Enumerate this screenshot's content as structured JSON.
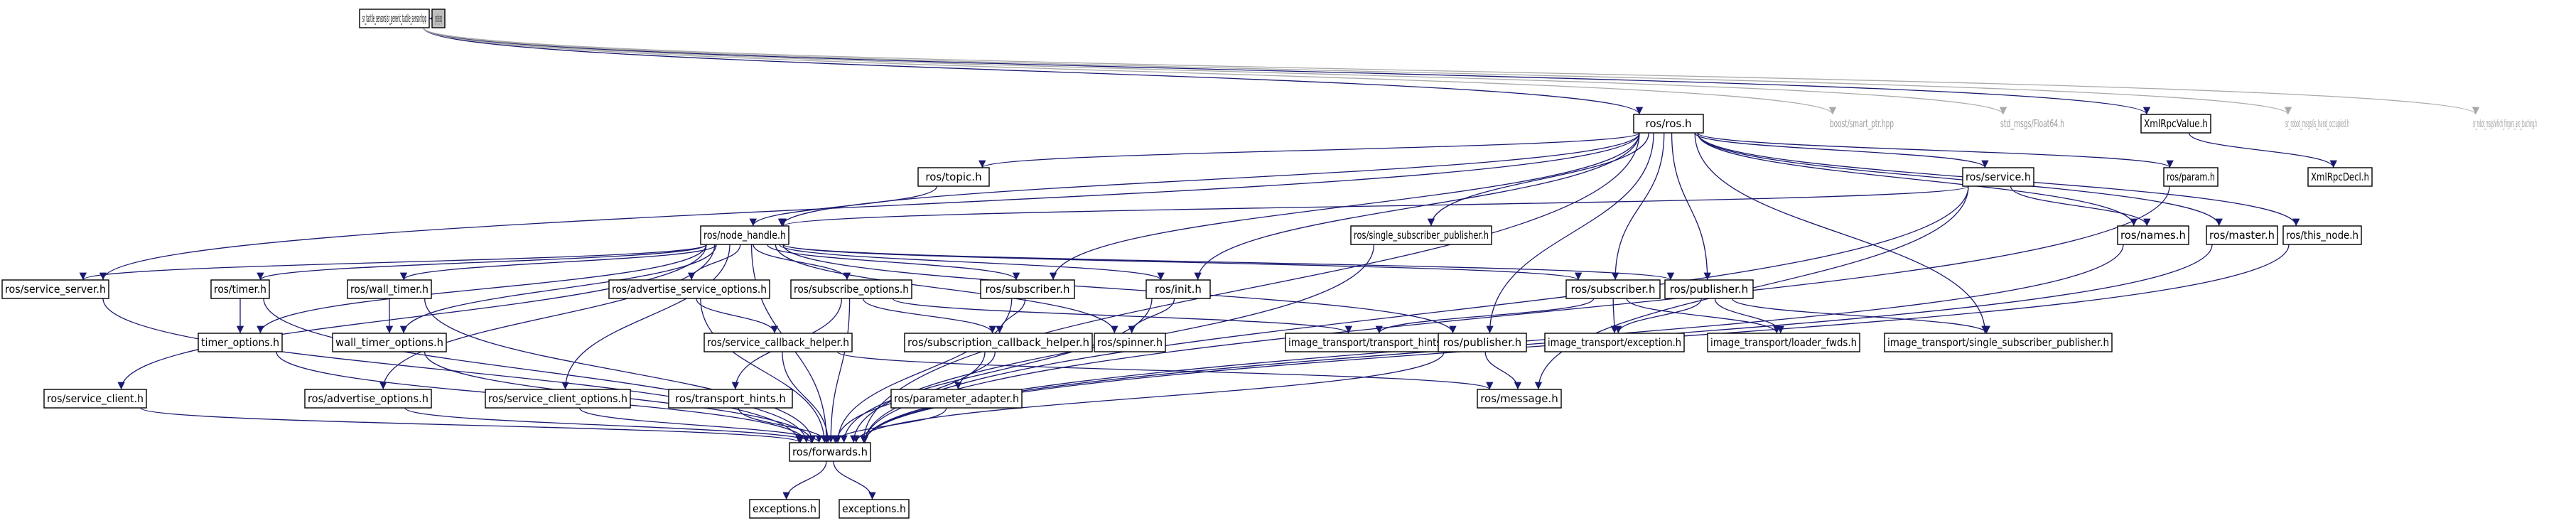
{
  "graph": {
    "nodes": [
      {
        "id": "root",
        "label": "sr_generic_tactile_sensor.cpp",
        "style": "root"
      },
      {
        "id": "hpp",
        "label": "sr_tactile_sensors/sr_generic_tactile_sensor.hpp",
        "style": "normal"
      },
      {
        "id": "ros",
        "label": "ros/ros.h",
        "style": "normal"
      },
      {
        "id": "smartptr",
        "label": "boost/smart_ptr.hpp",
        "style": "ghost"
      },
      {
        "id": "float64",
        "label": "std_msgs/Float64.h",
        "style": "ghost"
      },
      {
        "id": "xmlrpcvalue",
        "label": "XmlRpcValue.h",
        "style": "normal"
      },
      {
        "id": "handocc",
        "label": "sr_robot_msgs/is_hand_occupied.h",
        "style": "ghost"
      },
      {
        "id": "fingers",
        "label": "sr_robot_msgs/which_fingers_are_touching.h",
        "style": "ghost"
      },
      {
        "id": "topic",
        "label": "ros/topic.h",
        "style": "normal"
      },
      {
        "id": "service",
        "label": "ros/service.h",
        "style": "normal"
      },
      {
        "id": "param",
        "label": "ros/param.h",
        "style": "normal"
      },
      {
        "id": "xmlrpcdecl",
        "label": "XmlRpcDecl.h",
        "style": "normal"
      },
      {
        "id": "nodehandle",
        "label": "ros/node_handle.h",
        "style": "normal"
      },
      {
        "id": "singlepub",
        "label": "ros/single_subscriber_publisher.h",
        "style": "normal"
      },
      {
        "id": "names",
        "label": "ros/names.h",
        "style": "normal"
      },
      {
        "id": "master",
        "label": "ros/master.h",
        "style": "normal"
      },
      {
        "id": "thisnode",
        "label": "ros/this_node.h",
        "style": "normal"
      },
      {
        "id": "srvserver",
        "label": "ros/service_server.h",
        "style": "normal"
      },
      {
        "id": "timer",
        "label": "ros/timer.h",
        "style": "normal"
      },
      {
        "id": "walltimer",
        "label": "ros/wall_timer.h",
        "style": "normal"
      },
      {
        "id": "advsrvopts",
        "label": "ros/advertise_service_options.h",
        "style": "normal"
      },
      {
        "id": "subopts",
        "label": "ros/subscribe_options.h",
        "style": "normal"
      },
      {
        "id": "subscriberA",
        "label": "ros/subscriber.h",
        "style": "normal"
      },
      {
        "id": "init",
        "label": "ros/init.h",
        "style": "normal"
      },
      {
        "id": "subscriberB",
        "label": "ros/subscriber.h",
        "style": "normal"
      },
      {
        "id": "publisherA",
        "label": "ros/publisher.h",
        "style": "normal"
      },
      {
        "id": "timeropts",
        "label": "timer_options.h",
        "style": "normal"
      },
      {
        "id": "walltimeropts",
        "label": "wall_timer_options.h",
        "style": "normal"
      },
      {
        "id": "srvcbhelper",
        "label": "ros/service_callback_helper.h",
        "style": "normal"
      },
      {
        "id": "subcbhelper",
        "label": "ros/subscription_callback_helper.h",
        "style": "normal"
      },
      {
        "id": "spinner",
        "label": "ros/spinner.h",
        "style": "normal"
      },
      {
        "id": "hints",
        "label": "image_transport/transport_hints.h",
        "style": "normal"
      },
      {
        "id": "publisherB",
        "label": "ros/publisher.h",
        "style": "normal"
      },
      {
        "id": "itexception",
        "label": "image_transport/exception.h",
        "style": "normal"
      },
      {
        "id": "loaderfwds",
        "label": "image_transport/loader_fwds.h",
        "style": "normal"
      },
      {
        "id": "itsinglepub",
        "label": "image_transport/single_subscriber_publisher.h",
        "style": "normal"
      },
      {
        "id": "srvclient",
        "label": "ros/service_client.h",
        "style": "normal"
      },
      {
        "id": "advopts",
        "label": "ros/advertise_options.h",
        "style": "normal"
      },
      {
        "id": "srvclientopts",
        "label": "ros/service_client_options.h",
        "style": "normal"
      },
      {
        "id": "transporthints",
        "label": "ros/transport_hints.h",
        "style": "normal"
      },
      {
        "id": "paramadapter",
        "label": "ros/parameter_adapter.h",
        "style": "normal"
      },
      {
        "id": "message",
        "label": "ros/message.h",
        "style": "normal"
      },
      {
        "id": "forwards",
        "label": "ros/forwards.h",
        "style": "normal"
      },
      {
        "id": "exceptions1",
        "label": "exceptions.h",
        "style": "normal"
      },
      {
        "id": "exceptions2",
        "label": "exceptions.h",
        "style": "normal"
      }
    ],
    "edges": [
      {
        "from": "root",
        "to": "hpp"
      },
      {
        "from": "hpp",
        "to": "ros"
      },
      {
        "from": "hpp",
        "to": "smartptr",
        "style": "grey"
      },
      {
        "from": "hpp",
        "to": "float64",
        "style": "grey"
      },
      {
        "from": "hpp",
        "to": "xmlrpcvalue"
      },
      {
        "from": "hpp",
        "to": "handocc",
        "style": "grey"
      },
      {
        "from": "hpp",
        "to": "fingers",
        "style": "grey"
      },
      {
        "from": "xmlrpcvalue",
        "to": "xmlrpcdecl"
      },
      {
        "from": "ros",
        "to": "topic"
      },
      {
        "from": "ros",
        "to": "service"
      },
      {
        "from": "ros",
        "to": "param"
      },
      {
        "from": "ros",
        "to": "nodehandle"
      },
      {
        "from": "ros",
        "to": "singlepub"
      },
      {
        "from": "ros",
        "to": "names"
      },
      {
        "from": "ros",
        "to": "master"
      },
      {
        "from": "ros",
        "to": "thisnode"
      },
      {
        "from": "ros",
        "to": "srvserver"
      },
      {
        "from": "ros",
        "to": "subscriberA"
      },
      {
        "from": "ros",
        "to": "init"
      },
      {
        "from": "ros",
        "to": "subscriberB"
      },
      {
        "from": "ros",
        "to": "publisherA"
      },
      {
        "from": "ros",
        "to": "publisherB"
      },
      {
        "from": "ros",
        "to": "itsinglepub"
      },
      {
        "from": "ros",
        "to": "forwards"
      },
      {
        "from": "topic",
        "to": "nodehandle"
      },
      {
        "from": "service",
        "to": "nodehandle"
      },
      {
        "from": "service",
        "to": "names"
      },
      {
        "from": "service",
        "to": "message"
      },
      {
        "from": "service",
        "to": "forwards"
      },
      {
        "from": "param",
        "to": "forwards"
      },
      {
        "from": "nodehandle",
        "to": "srvserver"
      },
      {
        "from": "nodehandle",
        "to": "timer"
      },
      {
        "from": "nodehandle",
        "to": "walltimer"
      },
      {
        "from": "nodehandle",
        "to": "advsrvopts"
      },
      {
        "from": "nodehandle",
        "to": "subopts"
      },
      {
        "from": "nodehandle",
        "to": "subscriberA"
      },
      {
        "from": "nodehandle",
        "to": "init"
      },
      {
        "from": "nodehandle",
        "to": "subscriberB"
      },
      {
        "from": "nodehandle",
        "to": "publisherA"
      },
      {
        "from": "nodehandle",
        "to": "publisherB"
      },
      {
        "from": "nodehandle",
        "to": "timeropts"
      },
      {
        "from": "nodehandle",
        "to": "walltimeropts"
      },
      {
        "from": "nodehandle",
        "to": "spinner"
      },
      {
        "from": "nodehandle",
        "to": "srvclient"
      },
      {
        "from": "nodehandle",
        "to": "advopts"
      },
      {
        "from": "nodehandle",
        "to": "srvclientopts"
      },
      {
        "from": "nodehandle",
        "to": "forwards"
      },
      {
        "from": "singlepub",
        "to": "forwards"
      },
      {
        "from": "names",
        "to": "forwards"
      },
      {
        "from": "master",
        "to": "forwards"
      },
      {
        "from": "thisnode",
        "to": "forwards"
      },
      {
        "from": "srvserver",
        "to": "forwards"
      },
      {
        "from": "timer",
        "to": "timeropts"
      },
      {
        "from": "timer",
        "to": "forwards"
      },
      {
        "from": "walltimer",
        "to": "walltimeropts"
      },
      {
        "from": "walltimer",
        "to": "forwards"
      },
      {
        "from": "advsrvopts",
        "to": "srvcbhelper"
      },
      {
        "from": "advsrvopts",
        "to": "forwards"
      },
      {
        "from": "subopts",
        "to": "subcbhelper"
      },
      {
        "from": "subopts",
        "to": "hints"
      },
      {
        "from": "subopts",
        "to": "transporthints"
      },
      {
        "from": "subopts",
        "to": "forwards"
      },
      {
        "from": "subscriberA",
        "to": "subcbhelper"
      },
      {
        "from": "subscriberA",
        "to": "forwards"
      },
      {
        "from": "init",
        "to": "spinner"
      },
      {
        "from": "init",
        "to": "forwards"
      },
      {
        "from": "subscriberB",
        "to": "hints"
      },
      {
        "from": "subscriberB",
        "to": "itexception"
      },
      {
        "from": "subscriberB",
        "to": "loaderfwds"
      },
      {
        "from": "publisherA",
        "to": "itexception"
      },
      {
        "from": "publisherA",
        "to": "loaderfwds"
      },
      {
        "from": "publisherA",
        "to": "itsinglepub"
      },
      {
        "from": "publisherB",
        "to": "message"
      },
      {
        "from": "publisherB",
        "to": "forwards"
      },
      {
        "from": "timeropts",
        "to": "forwards"
      },
      {
        "from": "walltimeropts",
        "to": "forwards"
      },
      {
        "from": "srvcbhelper",
        "to": "message"
      },
      {
        "from": "srvcbhelper",
        "to": "forwards"
      },
      {
        "from": "subcbhelper",
        "to": "paramadapter"
      },
      {
        "from": "subcbhelper",
        "to": "forwards"
      },
      {
        "from": "srvclient",
        "to": "forwards"
      },
      {
        "from": "advopts",
        "to": "forwards"
      },
      {
        "from": "srvclientopts",
        "to": "forwards"
      },
      {
        "from": "transporthints",
        "to": "forwards"
      },
      {
        "from": "paramadapter",
        "to": "forwards"
      },
      {
        "from": "forwards",
        "to": "exceptions1"
      },
      {
        "from": "forwards",
        "to": "exceptions2"
      }
    ]
  },
  "colors": {
    "edge": "#191970",
    "edge_external": "#a9a9a9",
    "root_fill": "#bfbfbf",
    "node_border": "#000000",
    "external_text": "#9a9a9a"
  }
}
